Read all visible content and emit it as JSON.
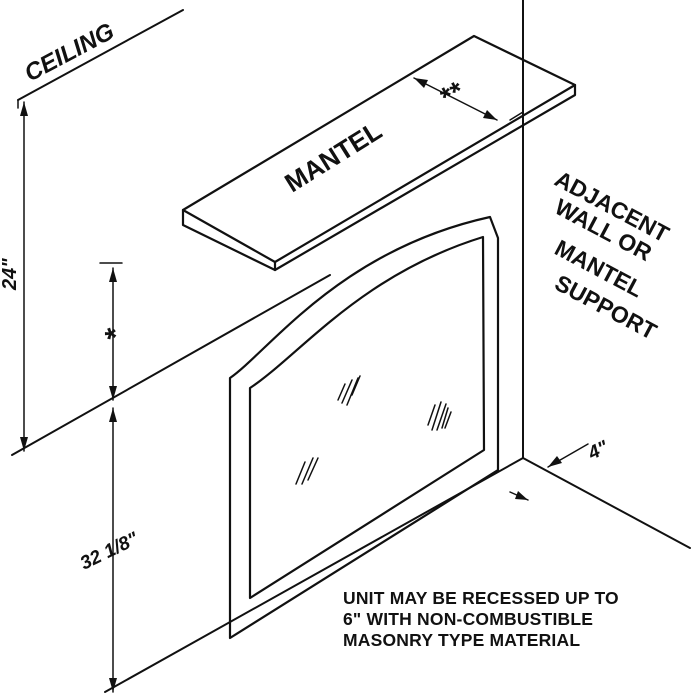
{
  "labels": {
    "ceiling": "CEILING",
    "mantel": "MANTEL",
    "mantel_depth": "**",
    "mantel_clearance": "*",
    "ceiling_height": "24\"",
    "unit_height": "32 1/8\"",
    "side_clearance": "4\""
  },
  "side_label": [
    "ADJACENT",
    "WALL OR",
    "MANTEL",
    "SUPPORT"
  ],
  "note_lines": [
    "UNIT MAY BE RECESSED UP TO",
    "6\" WITH NON-COMBUSTIBLE",
    "MASONRY TYPE MATERIAL"
  ],
  "colors": {
    "ink": "#111111",
    "paper": "#ffffff"
  }
}
